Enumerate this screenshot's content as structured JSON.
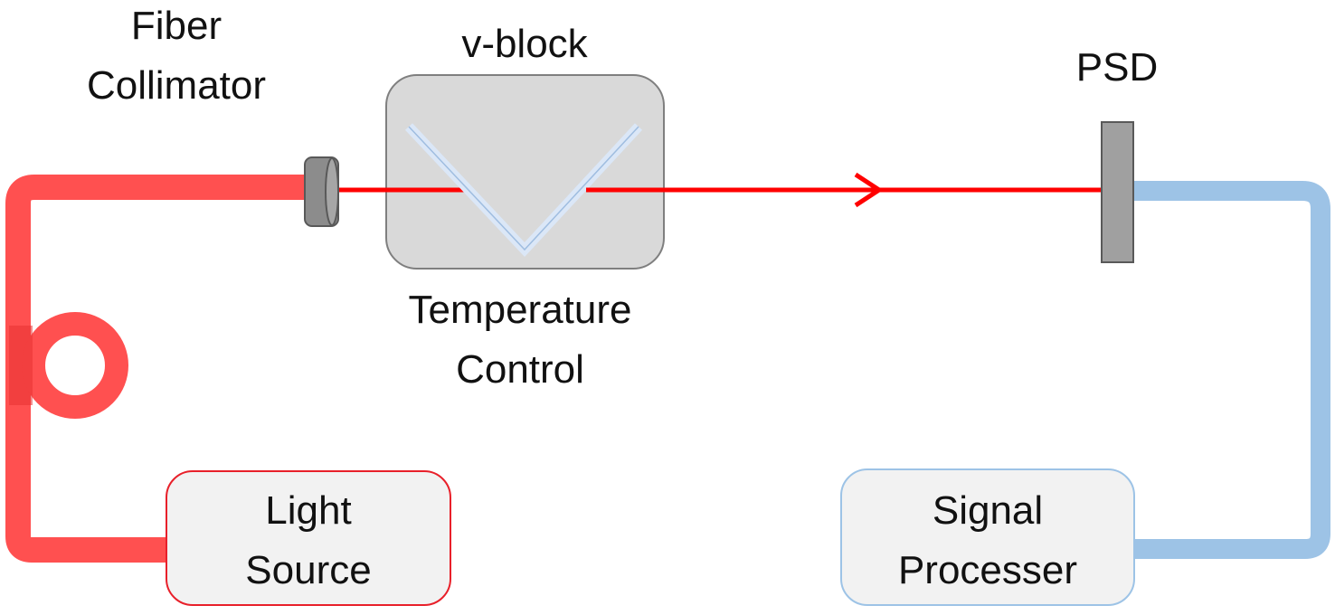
{
  "labels": {
    "fiber_collimator_line1": "Fiber",
    "fiber_collimator_line2": "Collimator",
    "v_block": "v-block",
    "temperature_line1": "Temperature",
    "temperature_line2": "Control",
    "psd": "PSD",
    "light_source_line1": "Light",
    "light_source_line2": "Source",
    "signal_processer_line1": "Signal",
    "signal_processer_line2": "Processer"
  },
  "colors": {
    "red_fiber": "#ff5050",
    "beam": "#ff0000",
    "blue_fiber": "#9dc3e6",
    "block_fill": "#d9d9d9",
    "block_stroke": "#7f7f7f",
    "v_groove": "#dbe7f7",
    "psd_fill": "#a0a0a0",
    "collimator": "#8c8c8c",
    "light_source_border": "#e8202a",
    "signal_processer_border": "#9dc3e6",
    "box_fill": "#f2f2f2"
  }
}
